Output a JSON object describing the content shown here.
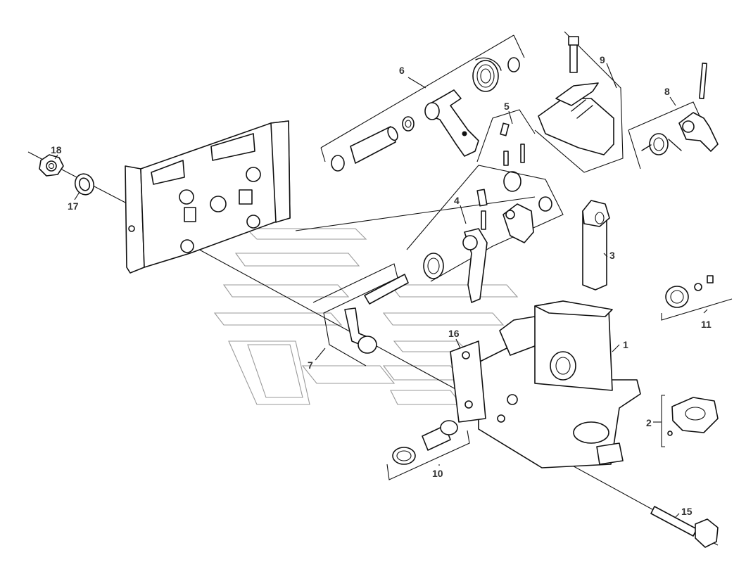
{
  "callouts": [
    {
      "id": "c1",
      "label": "1"
    },
    {
      "id": "c2",
      "label": "2"
    },
    {
      "id": "c3",
      "label": "3"
    },
    {
      "id": "c4",
      "label": "4"
    },
    {
      "id": "c5",
      "label": "5"
    },
    {
      "id": "c6",
      "label": "6"
    },
    {
      "id": "c7",
      "label": "7"
    },
    {
      "id": "c8",
      "label": "8"
    },
    {
      "id": "c9",
      "label": "9"
    },
    {
      "id": "c10",
      "label": "10"
    },
    {
      "id": "c11",
      "label": "11"
    },
    {
      "id": "c15",
      "label": "15"
    },
    {
      "id": "c16",
      "label": "16"
    },
    {
      "id": "c17",
      "label": "17"
    },
    {
      "id": "c18",
      "label": "18"
    }
  ],
  "colors": {
    "ink": "#111111",
    "watermark": "#9a9a9a",
    "label": "#333333",
    "background": "#ffffff"
  }
}
